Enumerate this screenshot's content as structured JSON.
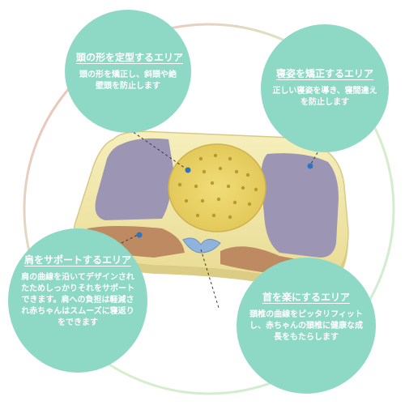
{
  "callouts": {
    "head_shaping": {
      "title": "頭の形を定型するエリア",
      "body": "頭の形を矯正し、斜頭や絶壁頭を防止します"
    },
    "sleep_posture": {
      "title": "寝姿を矯正するエリア",
      "body": "正しい寝姿を導き、寝間違えを防止します"
    },
    "shoulder_support": {
      "title": "肩をサポートするエリア",
      "body": "肩の曲線を沿いてデザインされたためしっかりそれをサポートできます。肩への負担は軽減され赤ちゃんはスムーズに寝返りをできます"
    },
    "neck_comfort": {
      "title": "首を楽にするエリア",
      "body": "頚椎の曲線をピッタリフィットし、赤ちゃんの頚椎に健康な成長をもたらします"
    }
  },
  "colors": {
    "bubble_fill": "#8ed8c6",
    "bubble_text": "#ffffff",
    "pillow_base": "#eee4a0",
    "side_pad": "#9c96b4",
    "shoulder_pad": "#bd8a62",
    "center_foam": "#ead56a",
    "ring_green": "#d9efc8",
    "ring_red": "#f2b6b6"
  },
  "icons": [
    "pillow-illustration",
    "dashed-leader-line",
    "callout-dot"
  ]
}
